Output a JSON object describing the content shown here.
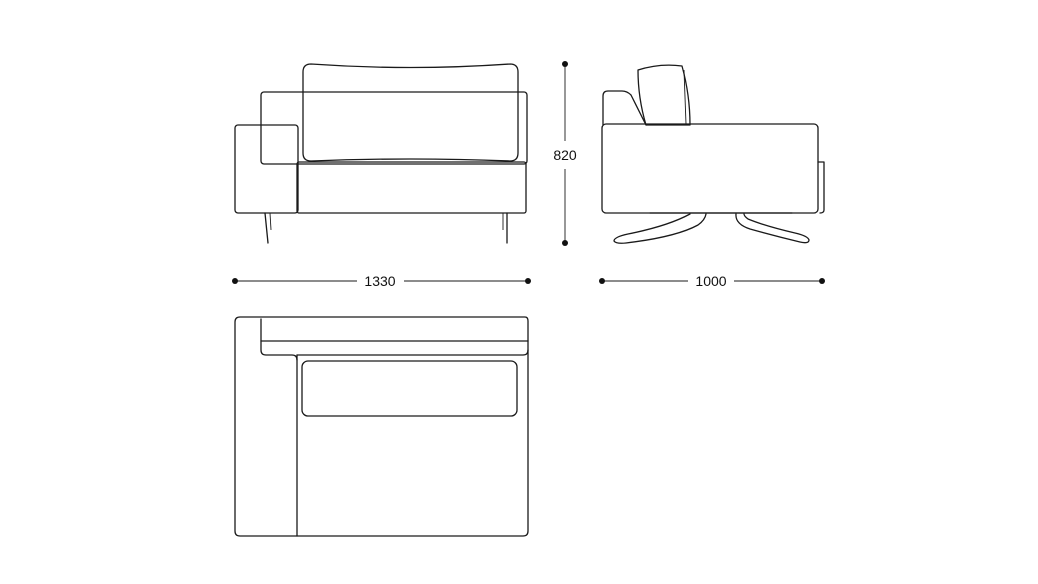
{
  "dimensions": {
    "height": "820",
    "width": "1330",
    "depth": "1000"
  },
  "colors": {
    "line": "#1a1a1a",
    "background": "#ffffff"
  }
}
